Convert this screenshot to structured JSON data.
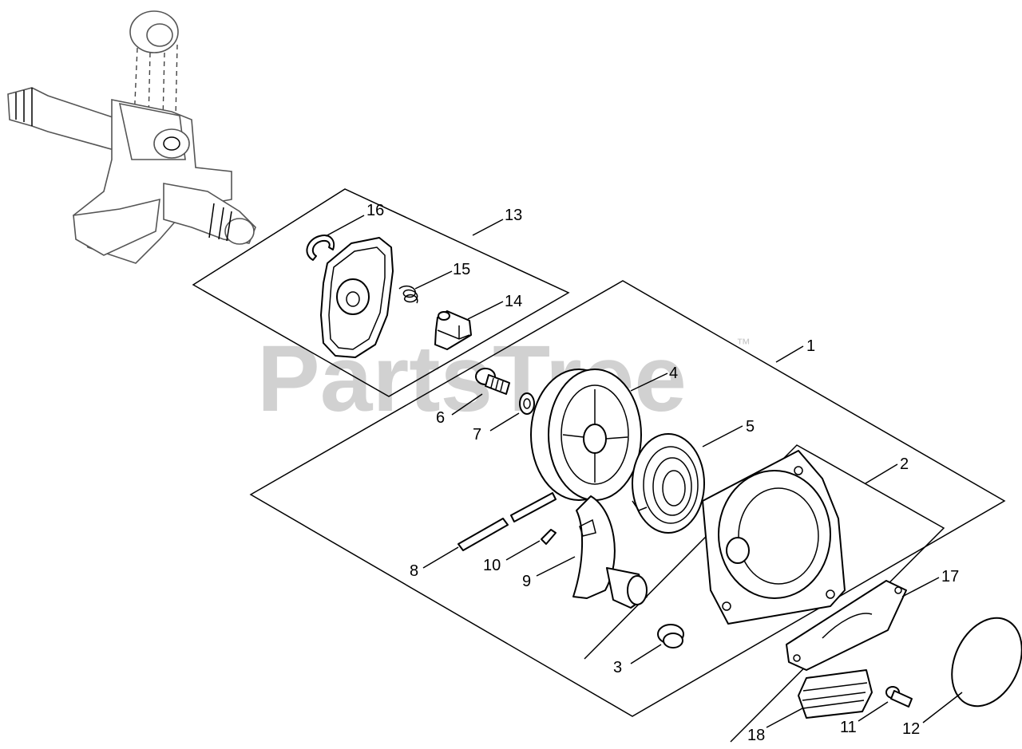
{
  "watermark": {
    "text": "PartsTree",
    "trademark": "™"
  },
  "callouts": [
    {
      "id": "1",
      "label": "1"
    },
    {
      "id": "2",
      "label": "2"
    },
    {
      "id": "3",
      "label": "3"
    },
    {
      "id": "4",
      "label": "4"
    },
    {
      "id": "5",
      "label": "5"
    },
    {
      "id": "6",
      "label": "6"
    },
    {
      "id": "7",
      "label": "7"
    },
    {
      "id": "8",
      "label": "8"
    },
    {
      "id": "9",
      "label": "9"
    },
    {
      "id": "10",
      "label": "10"
    },
    {
      "id": "11",
      "label": "11"
    },
    {
      "id": "12",
      "label": "12"
    },
    {
      "id": "13",
      "label": "13"
    },
    {
      "id": "14",
      "label": "14"
    },
    {
      "id": "15",
      "label": "15"
    },
    {
      "id": "16",
      "label": "16"
    },
    {
      "id": "17",
      "label": "17"
    },
    {
      "id": "18",
      "label": "18"
    }
  ]
}
